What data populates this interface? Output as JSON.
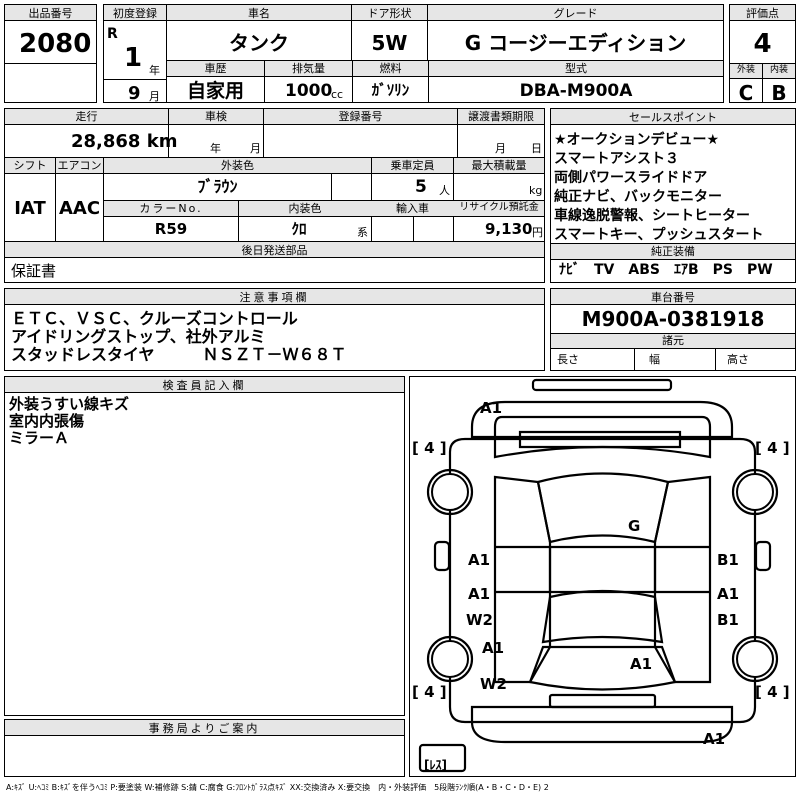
{
  "lot": {
    "label": "出品番号",
    "value": "2080"
  },
  "first_reg": {
    "label": "初度登録",
    "era": "R",
    "year": "1",
    "year_unit": "年",
    "month": "9",
    "month_unit": "月"
  },
  "car_name": {
    "label": "車名",
    "value": "タンク"
  },
  "door": {
    "label": "ドア形状",
    "value": "5W"
  },
  "grade": {
    "label": "グレード",
    "value": "G コージーエディション"
  },
  "score": {
    "label": "評価点",
    "value": "4"
  },
  "history": {
    "label": "車歴",
    "value": "自家用"
  },
  "displacement": {
    "label": "排気量",
    "value": "1000",
    "unit": "cc"
  },
  "fuel": {
    "label": "燃料",
    "value": "ｶﾞｿﾘﾝ"
  },
  "model": {
    "label": "型式",
    "value": "DBA-M900A"
  },
  "exterior_score": {
    "label": "外装",
    "value": "C"
  },
  "interior_score": {
    "label": "内装",
    "value": "B"
  },
  "mileage": {
    "label": "走行",
    "value": "28,868 km"
  },
  "inspection": {
    "label": "車検",
    "year_unit": "年",
    "month_unit": "月"
  },
  "reg_number": {
    "label": "登録番号"
  },
  "transfer_deadline": {
    "label": "譲渡書類期限",
    "month_unit": "月",
    "day_unit": "日"
  },
  "shift": {
    "label": "シフト",
    "value": "IAT"
  },
  "aircon": {
    "label": "エアコン",
    "value": "AAC"
  },
  "color": {
    "label": "外装色",
    "value": "ﾌﾞﾗｳﾝ"
  },
  "capacity": {
    "label": "乗車定員",
    "value": "5",
    "unit": "人"
  },
  "max_load": {
    "label": "最大積載量",
    "unit": "kg"
  },
  "color_no": {
    "label": "カラーNo.",
    "value": "R59"
  },
  "interior_color": {
    "label": "内装色",
    "value": "ｸﾛ",
    "unit": "系"
  },
  "import": {
    "label": "輸入車"
  },
  "recycle": {
    "label": "リサイクル預託金",
    "value": "9,130",
    "unit": "円"
  },
  "sales_points": {
    "label": "セールスポイント",
    "lines": [
      "★オークションデビュー★",
      "スマートアシスト３",
      "両側パワースライドドア",
      "純正ナビ、バックモニター",
      "車線逸脱警報、シートヒーター",
      "スマートキー、プッシュスタート"
    ]
  },
  "later_parts": {
    "label": "後日発送部品",
    "value": "保証書"
  },
  "equipment": {
    "label": "純正装備",
    "value": "ﾅﾋﾞ　TV　ABS　ｴｱB　PS　PW"
  },
  "notes": {
    "label": "注意事項欄",
    "lines": [
      "ＥＴＣ、ＶＳＣ、クルーズコントロール",
      "アイドリングストップ、社外アルミ",
      "スタッドレスタイヤ　　　ＮＳＺＴ－Ｗ６８Ｔ"
    ]
  },
  "chassis": {
    "label": "車台番号",
    "value": "M900A-0381918"
  },
  "specs": {
    "label": "諸元",
    "length": "長さ",
    "width": "幅",
    "height": "高さ"
  },
  "inspector": {
    "label": "検査員記入欄",
    "lines": [
      "外装うすい線キズ",
      "室内内張傷",
      "ミラーＡ"
    ]
  },
  "office": {
    "label": "事務局よりご案内"
  },
  "diagram": {
    "marks": [
      "A1",
      "G",
      "A1",
      "B1",
      "A1",
      "A1",
      "W2",
      "B1",
      "A1",
      "A1",
      "W2",
      "A1"
    ],
    "tires": [
      "[ 4 ]",
      "[ 4 ]",
      "[ 4 ]",
      "[ 4 ]"
    ],
    "spare": "[ﾚｽ]"
  },
  "legend": "A:ｷｽﾞ U:ﾍｺﾐ B:ｷｽﾞを伴うﾍｺﾐ P:要塗装 W:補修跡 S:錆 C:腐食 G:ﾌﾛﾝﾄｶﾞﾗｽ点ｷｽﾞ XX:交換済み X:要交換　内・外装評価　5段階ﾗﾝｸ順(A・B・C・D・E) 2"
}
